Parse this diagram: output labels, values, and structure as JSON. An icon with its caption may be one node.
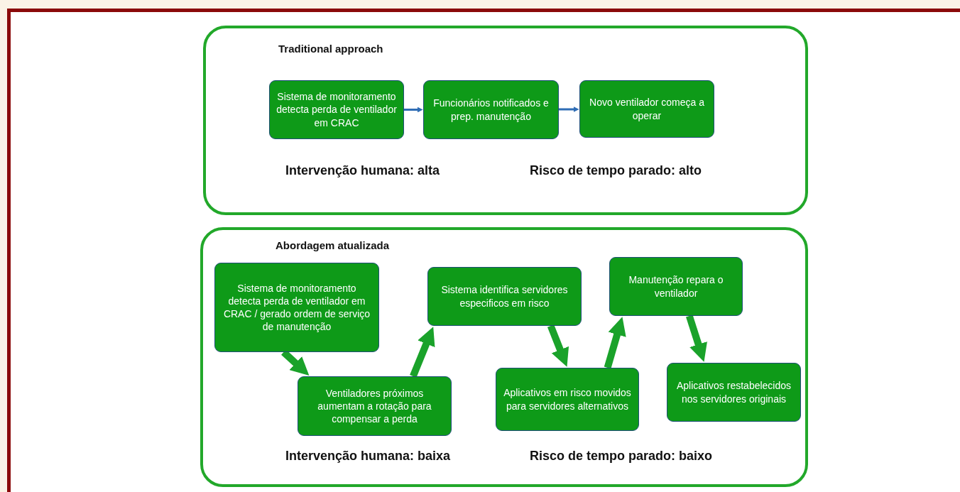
{
  "diagram": {
    "nodes": [
      {
        "text": [
          "Traditional approach",
          "Intervenção humana: alta",
          "Risco de tempo parado: alto"
        ]
      },
      {
        "text": [
          "Sistema de monitoramento detecta perda de ventilador em CRAC"
        ],
        "in": 0
      },
      {
        "text": [
          "Funcionários notificados e prep. manutenção"
        ],
        "in": 0
      },
      {
        "text": [
          "Novo ventilador começa a operar"
        ],
        "in": 0
      },
      {
        "text": [
          "Abordagem atualizada",
          "Intervenção humana: baixa",
          "Risco de tempo parado: baixo"
        ]
      },
      {
        "text": [
          "Sistema de monitoramento detecta perda de ventilador em CRAC / gerado ordem de serviço de manutenção"
        ],
        "in": 4
      },
      {
        "text": [
          "Ventiladores próximos aumentam a rotação para compensar a perda"
        ],
        "in": 4
      },
      {
        "text": [
          "Sistema identifica servidores especificos em risco"
        ],
        "in": 4
      },
      {
        "text": [
          "Aplicativos em risco movidos para servidores alternativos"
        ],
        "in": 4
      },
      {
        "text": [
          "Manutenção repara o ventilador"
        ],
        "in": 4
      },
      {
        "text": [
          "Aplicativos restabelecidos nos servidores originais"
        ],
        "in": 4
      }
    ],
    "edges": [
      {
        "from": 1,
        "to": 2,
        "arrow": "to",
        "color": "#2f6db5"
      },
      {
        "from": 2,
        "to": 3,
        "arrow": "to",
        "color": "#2f6db5"
      },
      {
        "from": 5,
        "to": 6,
        "arrow": "to"
      },
      {
        "from": 6,
        "to": 7,
        "arrow": "to"
      },
      {
        "from": 7,
        "to": 8,
        "arrow": "to"
      },
      {
        "from": 8,
        "to": 9,
        "arrow": "to"
      },
      {
        "from": 9,
        "to": 10,
        "arrow": "to"
      }
    ]
  }
}
